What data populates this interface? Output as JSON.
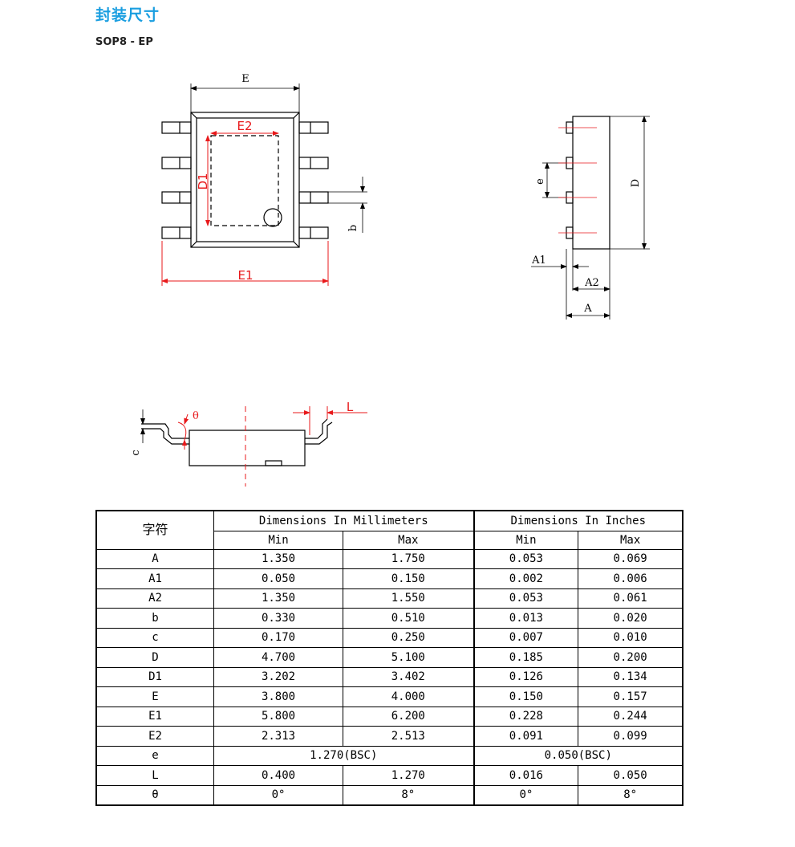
{
  "section_title": "封装尺寸",
  "package_name": "SOP8 - EP",
  "drawing_labels": {
    "E": "E",
    "E2": "E2",
    "D1": "D1",
    "E1": "E1",
    "b": "b",
    "e": "e",
    "D": "D",
    "A1": "A1",
    "A2": "A2",
    "A": "A",
    "theta": "θ",
    "L": "L",
    "c": "c"
  },
  "colors": {
    "heading": "#1a9ee0",
    "dimension_red": "#e8191b",
    "outline": "#000000"
  },
  "table": {
    "symbol_header": "字符",
    "mm_header": "Dimensions In Millimeters",
    "inch_header": "Dimensions In Inches",
    "min_label": "Min",
    "max_label": "Max",
    "rows": [
      {
        "sym": "A",
        "mm_min": "1.350",
        "mm_max": "1.750",
        "in_min": "0.053",
        "in_max": "0.069"
      },
      {
        "sym": "A1",
        "mm_min": "0.050",
        "mm_max": "0.150",
        "in_min": "0.002",
        "in_max": "0.006"
      },
      {
        "sym": "A2",
        "mm_min": "1.350",
        "mm_max": "1.550",
        "in_min": "0.053",
        "in_max": "0.061"
      },
      {
        "sym": "b",
        "mm_min": "0.330",
        "mm_max": "0.510",
        "in_min": "0.013",
        "in_max": "0.020"
      },
      {
        "sym": "c",
        "mm_min": "0.170",
        "mm_max": "0.250",
        "in_min": "0.007",
        "in_max": "0.010"
      },
      {
        "sym": "D",
        "mm_min": "4.700",
        "mm_max": "5.100",
        "in_min": "0.185",
        "in_max": "0.200"
      },
      {
        "sym": "D1",
        "mm_min": "3.202",
        "mm_max": "3.402",
        "in_min": "0.126",
        "in_max": "0.134"
      },
      {
        "sym": "E",
        "mm_min": "3.800",
        "mm_max": "4.000",
        "in_min": "0.150",
        "in_max": "0.157"
      },
      {
        "sym": "E1",
        "mm_min": "5.800",
        "mm_max": "6.200",
        "in_min": "0.228",
        "in_max": "0.244"
      },
      {
        "sym": "E2",
        "mm_min": "2.313",
        "mm_max": "2.513",
        "in_min": "0.091",
        "in_max": "0.099"
      },
      {
        "sym": "e",
        "mm_span": "1.270(BSC)",
        "in_span": "0.050(BSC)"
      },
      {
        "sym": "L",
        "mm_min": "0.400",
        "mm_max": "1.270",
        "in_min": "0.016",
        "in_max": "0.050"
      },
      {
        "sym": "θ",
        "mm_min": "0°",
        "mm_max": "8°",
        "in_min": "0°",
        "in_max": "8°"
      }
    ]
  }
}
